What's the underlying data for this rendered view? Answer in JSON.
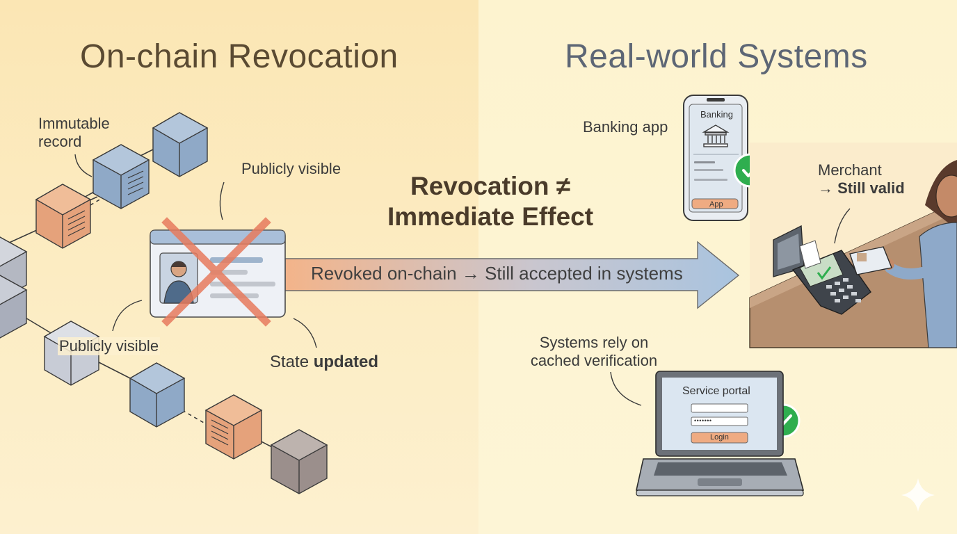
{
  "left_panel": {
    "title": "On-chain Revocation"
  },
  "right_panel": {
    "title": "Real-world Systems"
  },
  "center": {
    "headline_line1": "Revocation ≠",
    "headline_line2": "Immediate Effect",
    "arrow_text": "Revoked on-chain → Still accepted in systems"
  },
  "labels": {
    "immutable_line1": "Immutable",
    "immutable_line2": "record",
    "publicly_visible_top": "Publicly visible",
    "publicly_visible_bottom": "Publicly visible",
    "state_prefix": "State ",
    "state_bold": "updated",
    "banking_app": "Banking app",
    "merchant_line1": "Merchant",
    "merchant_arrow": "→ ",
    "merchant_bold": "Still valid",
    "systems_line1": "Systems rely on",
    "systems_line2": "cached verification"
  },
  "phone": {
    "header": "Banking",
    "button": "App"
  },
  "portal": {
    "title": "Service portal",
    "password_mask": "•••••••",
    "button": "Login"
  },
  "colors": {
    "check_green": "#2fae4f",
    "cross_red": "#e77b5e",
    "arrow_start": "#f3b48a",
    "arrow_end": "#a9c4df",
    "block_blue": "#8fa7c4",
    "block_orange": "#e6a27a"
  }
}
